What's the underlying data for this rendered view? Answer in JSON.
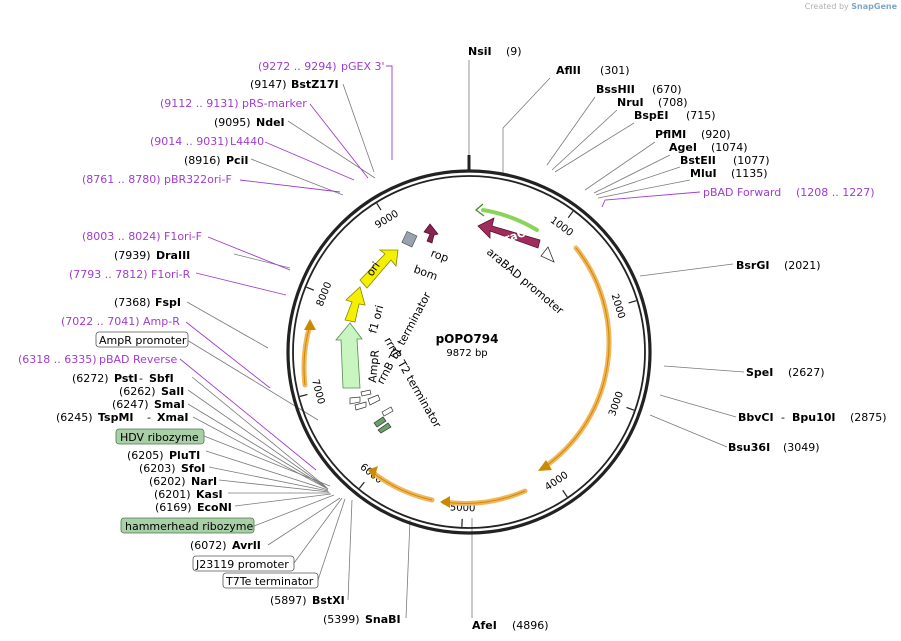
{
  "credit": {
    "prefix": "Created by",
    "brand": "SnapGene"
  },
  "plasmid": {
    "name": "pOPO794",
    "size": "9872 bp"
  },
  "ruler": [
    "1000",
    "2000",
    "3000",
    "4000",
    "5000",
    "6000",
    "7000",
    "8000",
    "9000"
  ],
  "enzymes_right": [
    {
      "name": "NsiI",
      "pos": "(9)"
    },
    {
      "name": "AflII",
      "pos": "(301)"
    },
    {
      "name": "BssHII",
      "pos": "(670)"
    },
    {
      "name": "NruI",
      "pos": "(708)"
    },
    {
      "name": "BspEI",
      "pos": "(715)"
    },
    {
      "name": "PflMI",
      "pos": "(920)"
    },
    {
      "name": "AgeI",
      "pos": "(1074)"
    },
    {
      "name": "BstEII",
      "pos": "(1077)"
    },
    {
      "name": "MluI",
      "pos": "(1135)"
    },
    {
      "name": "BsrGI",
      "pos": "(2021)"
    },
    {
      "name": "SpeI",
      "pos": "(2627)"
    },
    {
      "name": "BbvCI",
      "name2": "Bpu10I",
      "pos": "(2875)"
    },
    {
      "name": "Bsu36I",
      "pos": "(3049)"
    },
    {
      "name": "AfeI",
      "pos": "(4896)"
    }
  ],
  "enzymes_left": [
    {
      "name": "BstZ17I",
      "pos": "(9147)"
    },
    {
      "name": "NdeI",
      "pos": "(9095)"
    },
    {
      "name": "PciI",
      "pos": "(8916)"
    },
    {
      "name": "DraIII",
      "pos": "(7939)"
    },
    {
      "name": "FspI",
      "pos": "(7368)"
    },
    {
      "name": "PstI",
      "name2": "SbfI",
      "pos": "(6272)"
    },
    {
      "name": "SalI",
      "pos": "(6262)"
    },
    {
      "name": "SmaI",
      "pos": "(6247)"
    },
    {
      "name": "TspMI",
      "name2": "XmaI",
      "pos": "(6245)"
    },
    {
      "name": "PluTI",
      "pos": "(6205)"
    },
    {
      "name": "SfoI",
      "pos": "(6203)"
    },
    {
      "name": "NarI",
      "pos": "(6202)"
    },
    {
      "name": "KasI",
      "pos": "(6201)"
    },
    {
      "name": "EcoNI",
      "pos": "(6169)"
    },
    {
      "name": "AvrII",
      "pos": "(6072)"
    },
    {
      "name": "BstXI",
      "pos": "(5897)"
    },
    {
      "name": "SnaBI",
      "pos": "(5399)"
    }
  ],
  "primers": [
    {
      "range": "(9272 .. 9294)",
      "name": "pGEX 3'"
    },
    {
      "range": "(9112 .. 9131)",
      "name": "pRS-marker"
    },
    {
      "range": "(9014 .. 9031)",
      "name": "L4440"
    },
    {
      "range": "(8761 .. 8780)",
      "name": "pBR322ori-F"
    },
    {
      "range": "(8003 .. 8024)",
      "name": "F1ori-F"
    },
    {
      "range": "(7793 .. 7812)",
      "name": "F1ori-R"
    },
    {
      "range": "(7022 .. 7041)",
      "name": "Amp-R"
    },
    {
      "range": "(6318 .. 6335)",
      "name": "pBAD Reverse"
    },
    {
      "name": "pBAD Forward",
      "range": "(1208 .. 1227)"
    }
  ],
  "boxed_features": [
    {
      "label": "AmpR promoter",
      "fill": "#ffffff"
    },
    {
      "label": "HDV ribozyme",
      "fill": "#a8cfa6"
    },
    {
      "label": "hammerhead ribozyme",
      "fill": "#a8cfa6"
    },
    {
      "label": "J23119 promoter",
      "fill": "#ffffff"
    },
    {
      "label": "T7Te terminator",
      "fill": "#ffffff"
    }
  ],
  "inner_features": {
    "araC": "araC",
    "araBAD": "araBAD promoter",
    "rop": "rop",
    "bom": "bom",
    "ori": "ori",
    "f1ori": "f1 ori",
    "rrnB_T2": "rrnB T2 terminator",
    "AmpR": "AmpR",
    "rrnB_T1": "rrnB T1 terminator"
  },
  "colors": {
    "backbone": "#222222",
    "primer": "#a03cd0",
    "orf_highlight": "#f2b55a",
    "araC": "#a02c5c",
    "ori": "#f5f000",
    "ampR": "#c8f5c0",
    "terminator": "#6aa06a",
    "rop": "#8b2252",
    "bom": "#9aa3ad"
  }
}
